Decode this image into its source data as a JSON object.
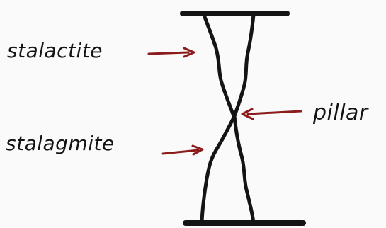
{
  "labels": {
    "stalactite": "stalactite",
    "stalagmite": "stalagmite",
    "pillar": "pillar"
  },
  "colors": {
    "line": "#141414",
    "arrow": "#8b1c1c",
    "background": "#fafafa"
  }
}
